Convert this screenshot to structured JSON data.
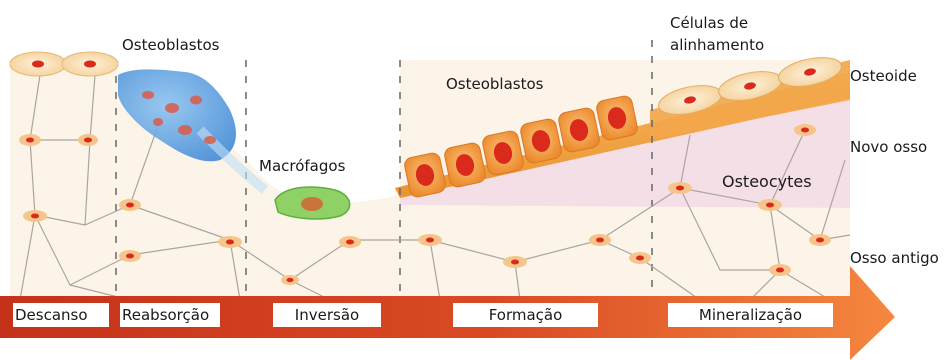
{
  "labels": {
    "osteoblastos_top": "Osteoblastos",
    "osteoblastos_mid": "Osteoblastos",
    "macrofagos": "Macrófagos",
    "celulas_line1": "Células de",
    "celulas_line2": "alinhamento",
    "osteoide": "Osteoide",
    "novo_osso": "Novo osso",
    "osteocytes": "Osteocytes",
    "osso_antigo": "Osso antigo"
  },
  "stages": [
    "Descanso",
    "Reabsorção",
    "Inversão",
    "Formação",
    "Mineralização"
  ],
  "colors": {
    "arrow_dark": "#c8361c",
    "arrow_light": "#f07a3a",
    "osteoid": "#f0a23c",
    "new_bone": "#f4dde6",
    "old_bone": "#fbf3e6",
    "osteoclast": "#5b9fdc",
    "macrophage": "#8ed06a",
    "cell_fill": "#f39a3a",
    "nucleus": "#d92a1c"
  }
}
